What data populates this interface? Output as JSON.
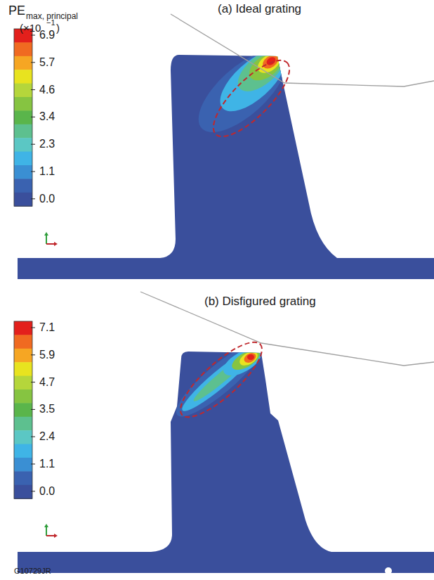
{
  "diagram": {
    "labels": [
      "PE",
      "max, principal",
      "(×10",
      "−1",
      ")",
      "(a) Ideal grating",
      "6.9",
      "5.7",
      "4.6",
      "3.4",
      "2.3",
      "1.1",
      "0.0",
      "(b) Disfigured grating",
      "7.1",
      "5.9",
      "4.7",
      "3.5",
      "2.4",
      "1.1",
      "0.0",
      "G10729JR"
    ]
  }
}
